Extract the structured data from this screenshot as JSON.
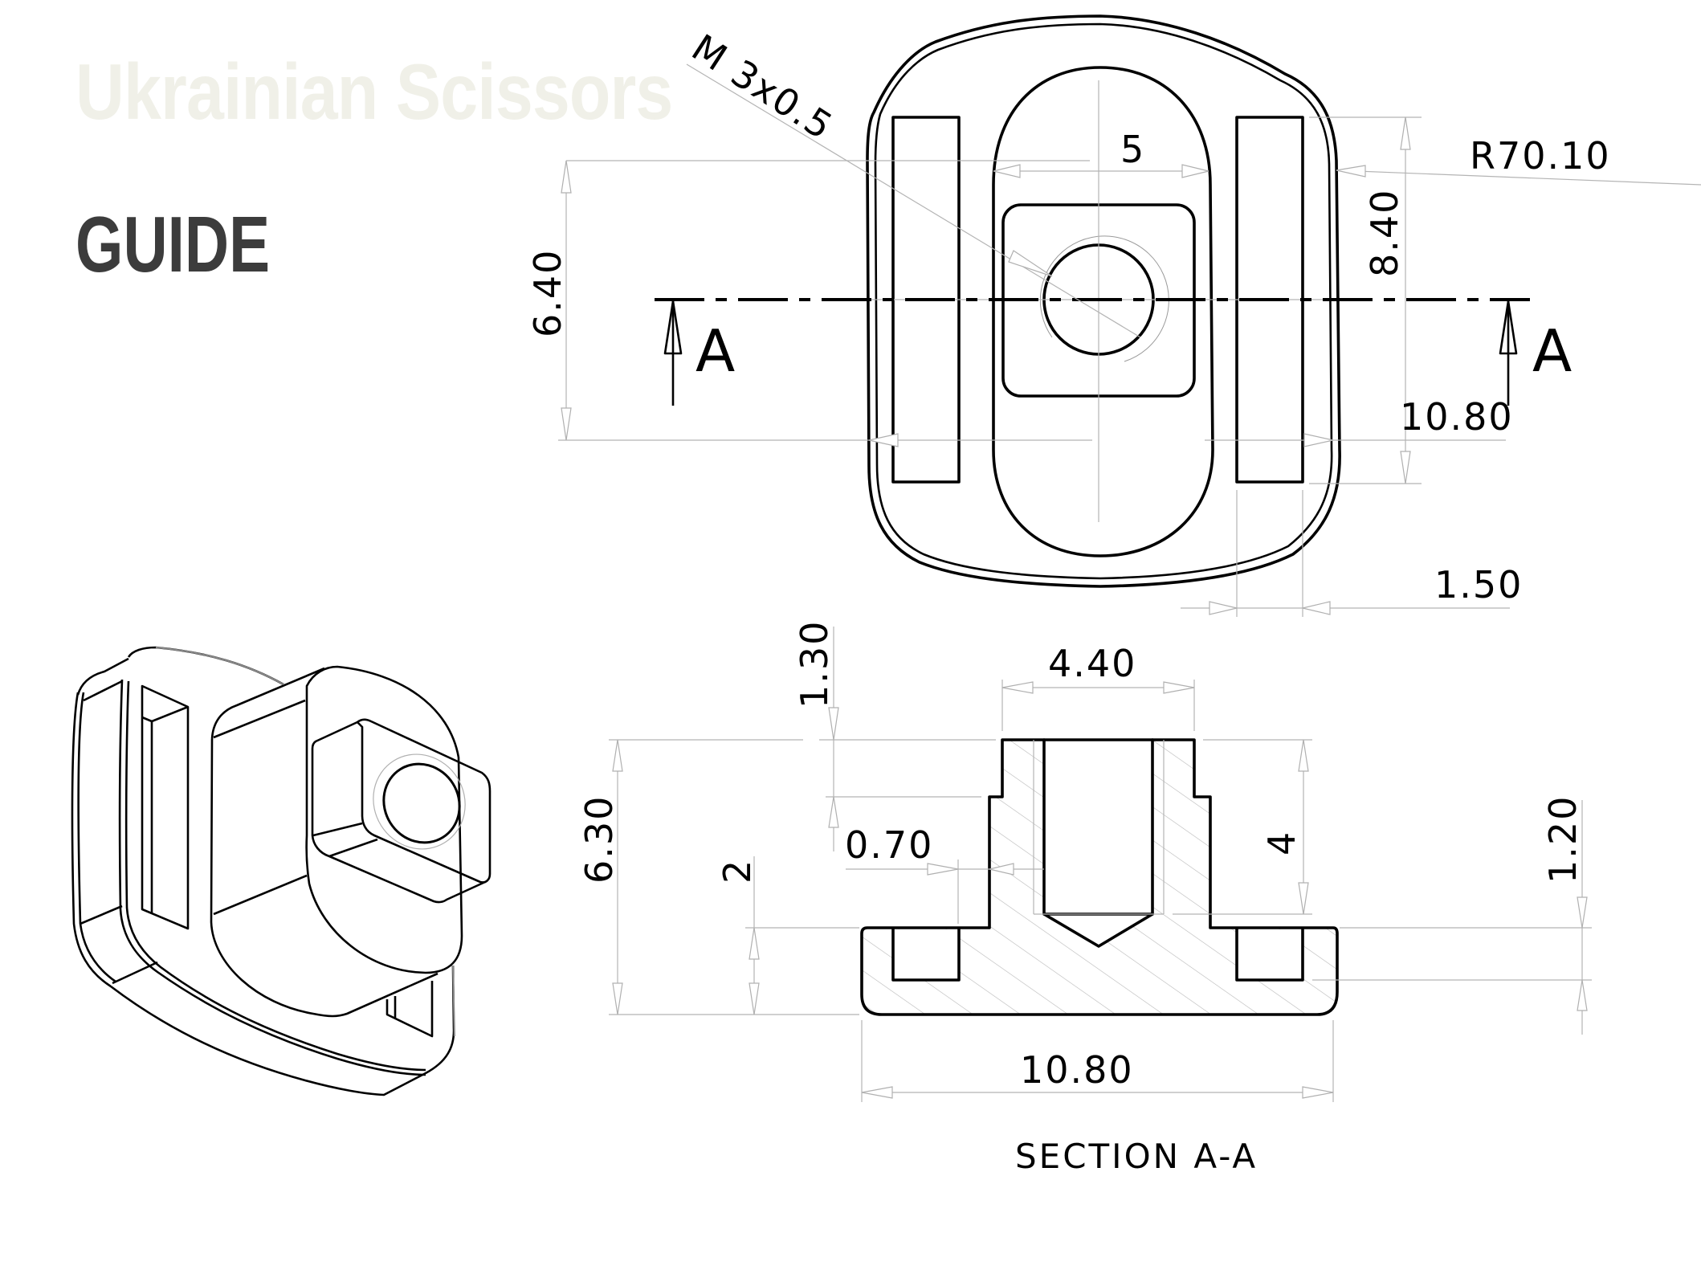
{
  "header": {
    "brand": "Ukrainian Scissors",
    "title": "GUIDE"
  },
  "top_view": {
    "thread_callout": "M 3x0.5",
    "dims": {
      "slot_gap": "5",
      "radius": "R70.10",
      "height_left": "6.40",
      "slot_height": "8.40",
      "overall_width": "10.80",
      "slot_width": "1.50"
    },
    "section_marks": [
      "A",
      "A"
    ]
  },
  "section_view": {
    "label": "SECTION A-A",
    "dims": {
      "boss_width": "4.40",
      "step_height": "1.30",
      "overall_height": "6.30",
      "step_offset": "0.70",
      "base_height": "2",
      "hole_depth": "4",
      "pocket_depth": "1.20",
      "base_width": "10.80"
    }
  },
  "isometric_view": {
    "description": "isometric-3d-view"
  },
  "colors": {
    "line": "#000000",
    "dimension": "#b4b4b4",
    "brand_watermark": "#f0f0e8",
    "title": "#3c3c3c"
  }
}
